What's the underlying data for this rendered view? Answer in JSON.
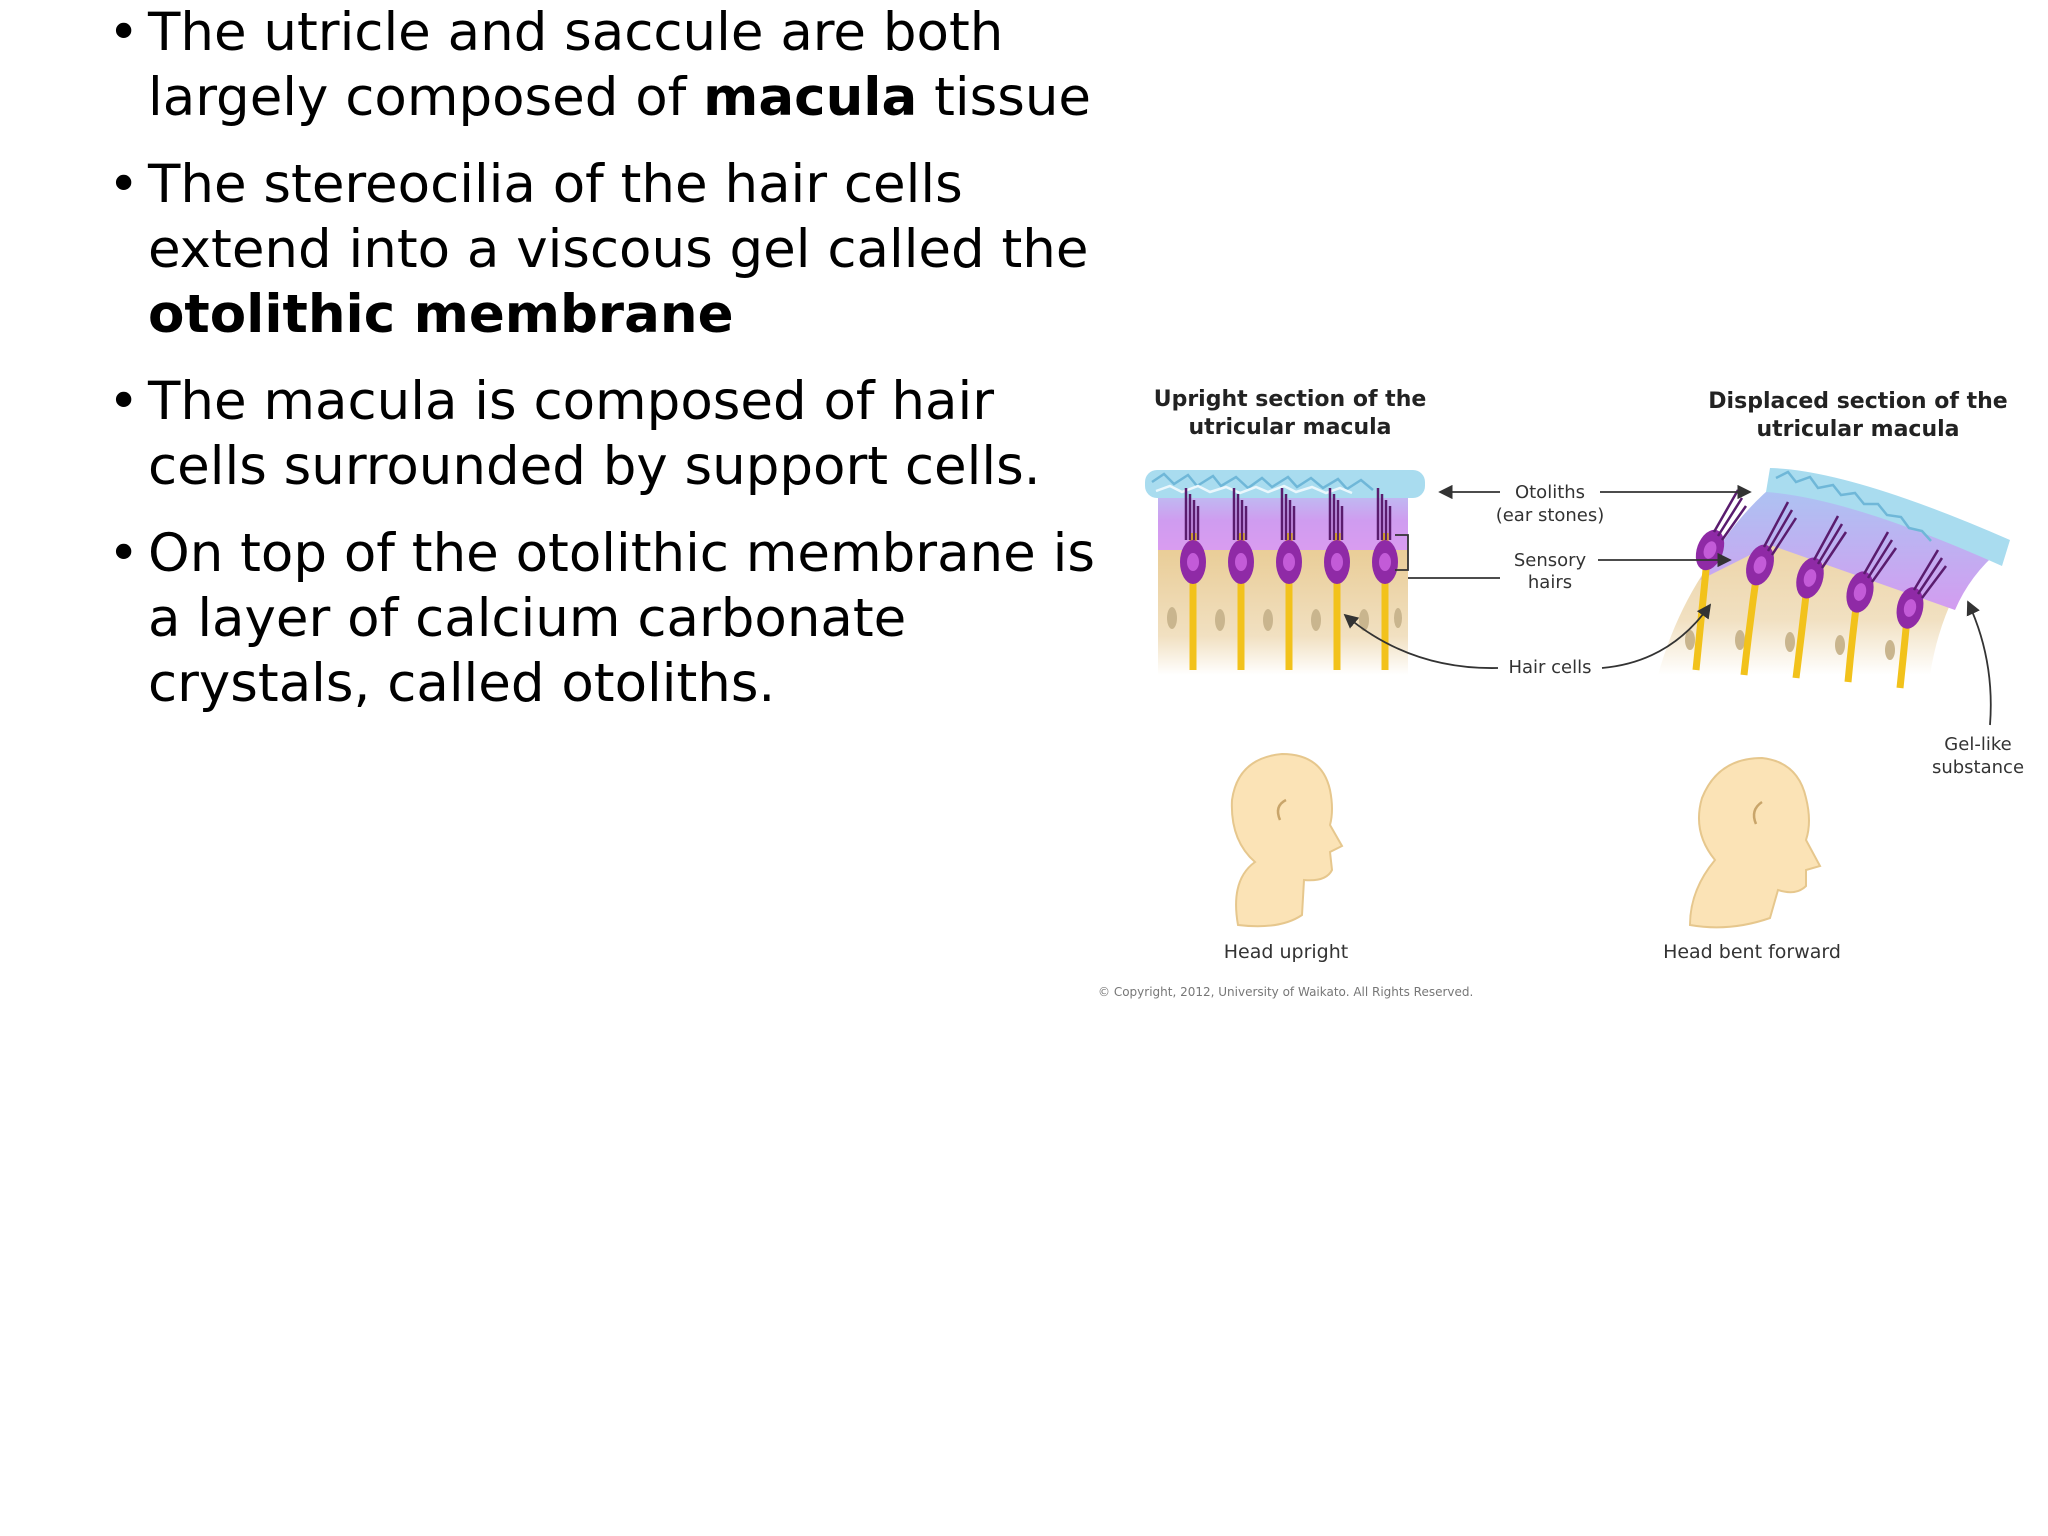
{
  "bullets": [
    {
      "pre": "The utricle and saccule are both largely composed of ",
      "bold": "macula",
      "post": " tissue"
    },
    {
      "pre": "The stereocilia of the hair cells extend into a viscous gel called the ",
      "bold": "otolithic membrane",
      "post": ""
    },
    {
      "pre": " The macula is composed of hair cells surrounded by support cells.",
      "bold": "",
      "post": ""
    },
    {
      "pre": "On top of the otolithic membrane is a layer of calcium carbonate crystals, called otoliths.",
      "bold": "",
      "post": ""
    }
  ],
  "bullet_glyph": "•",
  "figure": {
    "left_title_1": "Upright section of the",
    "left_title_2": "utricular macula",
    "right_title_1": "Displaced section of the",
    "right_title_2": "utricular macula",
    "label_otoliths_1": "Otoliths",
    "label_otoliths_2": "(ear stones)",
    "label_sensory_1": "Sensory",
    "label_sensory_2": "hairs",
    "label_hair_cells": "Hair cells",
    "label_gel_1": "Gel-like",
    "label_gel_2": "substance",
    "caption_left": "Head upright",
    "caption_right": "Head bent forward",
    "copyright": "© Copyright, 2012, University of Waikato. All Rights Reserved."
  },
  "colors": {
    "otolith": "#a9dcef",
    "gel_top": "#b89cf0",
    "gel_bottom": "#d9a2f0",
    "tissue": "#ecd3a6",
    "hair_cell": "#8f2aa6",
    "axon": "#f2c21b",
    "head": "#fbe3b6"
  }
}
